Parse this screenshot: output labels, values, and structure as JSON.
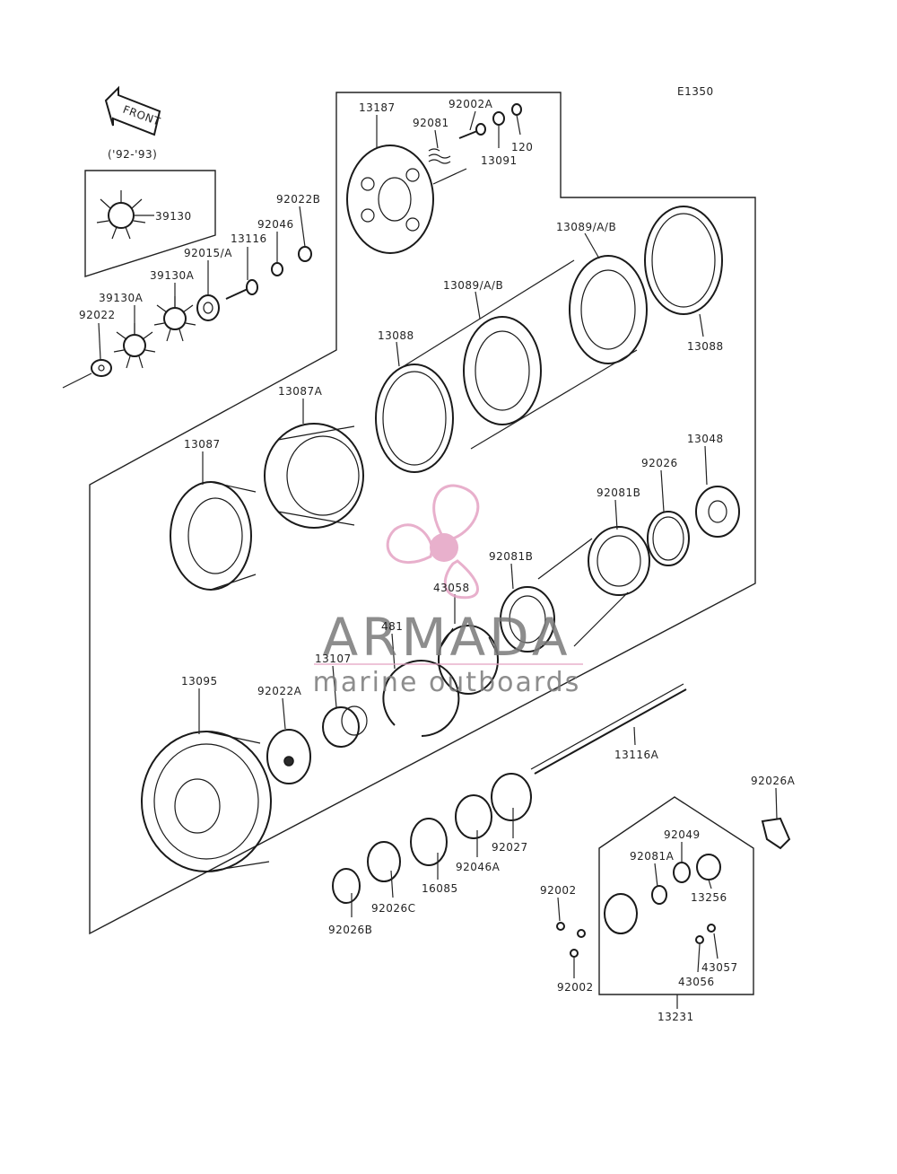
{
  "diagram_code": "E1350",
  "front_label": "FRONT",
  "year_note": "('92-'93)",
  "watermark": {
    "brand": "ARMADA",
    "tagline": "marine outboards",
    "accent_color": "#e4a3c4",
    "text_color": "#7a7a7a"
  },
  "parts": [
    {
      "id": "39130",
      "label": "39130"
    },
    {
      "id": "92022B",
      "label": "92022B"
    },
    {
      "id": "92046",
      "label": "92046"
    },
    {
      "id": "13116",
      "label": "13116"
    },
    {
      "id": "92015A",
      "label": "92015/A"
    },
    {
      "id": "39130A-1",
      "label": "39130A"
    },
    {
      "id": "39130A-2",
      "label": "39130A"
    },
    {
      "id": "92022",
      "label": "92022"
    },
    {
      "id": "13187",
      "label": "13187"
    },
    {
      "id": "92002A",
      "label": "92002A"
    },
    {
      "id": "92081",
      "label": "92081"
    },
    {
      "id": "120",
      "label": "120"
    },
    {
      "id": "13091",
      "label": "13091"
    },
    {
      "id": "13089-top",
      "label": "13089/A/B"
    },
    {
      "id": "13089-mid",
      "label": "13089/A/B"
    },
    {
      "id": "13088-left",
      "label": "13088"
    },
    {
      "id": "13088-right",
      "label": "13088"
    },
    {
      "id": "13087A",
      "label": "13087A"
    },
    {
      "id": "13087",
      "label": "13087"
    },
    {
      "id": "13048",
      "label": "13048"
    },
    {
      "id": "92026",
      "label": "92026"
    },
    {
      "id": "92081B-1",
      "label": "92081B"
    },
    {
      "id": "92081B-2",
      "label": "92081B"
    },
    {
      "id": "43058",
      "label": "43058"
    },
    {
      "id": "481",
      "label": "481"
    },
    {
      "id": "13107",
      "label": "13107"
    },
    {
      "id": "13095",
      "label": "13095"
    },
    {
      "id": "92022A",
      "label": "92022A"
    },
    {
      "id": "13116A",
      "label": "13116A"
    },
    {
      "id": "92026A",
      "label": "92026A"
    },
    {
      "id": "92049",
      "label": "92049"
    },
    {
      "id": "92081A",
      "label": "92081A"
    },
    {
      "id": "13256",
      "label": "13256"
    },
    {
      "id": "92002-1",
      "label": "92002"
    },
    {
      "id": "92002-2",
      "label": "92002"
    },
    {
      "id": "43057",
      "label": "43057"
    },
    {
      "id": "43056",
      "label": "43056"
    },
    {
      "id": "13231",
      "label": "13231"
    },
    {
      "id": "92027",
      "label": "92027"
    },
    {
      "id": "92046A",
      "label": "92046A"
    },
    {
      "id": "16085",
      "label": "16085"
    },
    {
      "id": "92026C",
      "label": "92026C"
    },
    {
      "id": "92026B",
      "label": "92026B"
    }
  ]
}
